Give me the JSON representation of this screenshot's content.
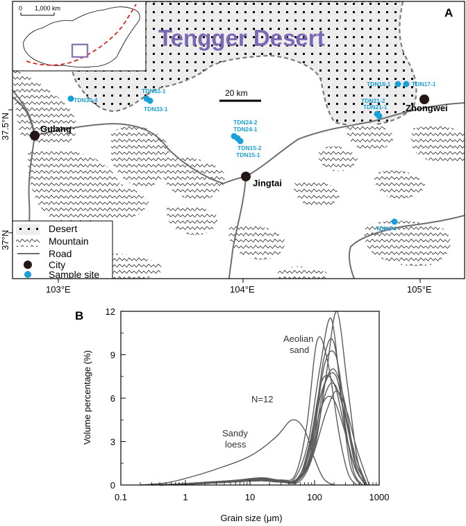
{
  "panel_a": {
    "label": "A",
    "desert_name": "Tengger Desert",
    "scale_bar": "20 km",
    "inset_scale": {
      "zero": "0",
      "distance": "1,000 km"
    },
    "lat_labels": [
      "37.5°N",
      "37°N"
    ],
    "lon_labels": [
      "103°E",
      "104°E",
      "105°E"
    ],
    "cities": [
      {
        "name": "Gulang"
      },
      {
        "name": "Jingtai"
      },
      {
        "name": "Zhongwei"
      }
    ],
    "sample_labels": [
      "TDN30-4",
      "TDN32-1",
      "TDN33-1",
      "TDN24-2",
      "TDN24-1",
      "TDN15-2",
      "TDN15-1",
      "TDN18-1",
      "TDN17-1",
      "TDN21-2",
      "TDN21-1",
      "TDN6-4"
    ],
    "legend": [
      {
        "label": "Desert"
      },
      {
        "label": "Mountain"
      },
      {
        "label": "Road"
      },
      {
        "label": "City"
      },
      {
        "label": "Sample site"
      }
    ],
    "colors": {
      "sample": "#1aa0d8",
      "desert_fill": "#ededed",
      "inset_box": "#8a77b8",
      "desert_title": "#7b68b5",
      "route": "#e02020"
    }
  },
  "panel_b": {
    "label": "B",
    "annotations": {
      "n": "N=12",
      "aeolian_1": "Aeolian",
      "aeolian_2": "sand",
      "loess_1": "Sandy",
      "loess_2": "loess"
    }
  },
  "chart_data": {
    "type": "line",
    "xlabel": "Grain size (μm)",
    "ylabel": "Volume percentage (%)",
    "xscale": "log",
    "xlim": [
      0.1,
      1000
    ],
    "ylim": [
      0,
      12
    ],
    "xticks": [
      0.1,
      1,
      10,
      100,
      1000
    ],
    "xtick_labels": [
      "0.1",
      "1",
      "10",
      "100",
      "1000"
    ],
    "yticks": [
      0,
      3,
      6,
      9,
      12
    ],
    "ytick_labels": [
      "0",
      "3",
      "6",
      "9",
      "12"
    ],
    "grid": false,
    "line_color": "#5a5a5a",
    "series": [
      {
        "x": [
          0.2,
          0.5,
          1,
          3,
          10,
          25,
          45,
          70,
          100,
          140,
          200
        ],
        "values": [
          0,
          0.15,
          0.45,
          1.1,
          2.0,
          3.3,
          4.5,
          3.8,
          1.8,
          0.4,
          0
        ]
      },
      {
        "x": [
          0.3,
          1,
          5,
          15,
          30,
          50,
          80,
          120,
          180,
          260,
          350,
          500
        ],
        "values": [
          0,
          0.1,
          0.3,
          0.4,
          0.25,
          0.5,
          3.0,
          8.0,
          11.5,
          6.0,
          1.5,
          0
        ]
      },
      {
        "x": [
          0.3,
          1,
          5,
          15,
          30,
          50,
          75,
          110,
          160,
          240,
          330,
          450
        ],
        "values": [
          0,
          0.1,
          0.3,
          0.5,
          0.35,
          0.7,
          4.0,
          10.0,
          8.5,
          3.5,
          0.8,
          0
        ]
      },
      {
        "x": [
          0.3,
          1,
          5,
          15,
          30,
          55,
          90,
          140,
          200,
          290,
          400,
          550
        ],
        "values": [
          0,
          0.1,
          0.3,
          0.45,
          0.3,
          0.5,
          3.0,
          8.8,
          9.8,
          4.5,
          1.0,
          0
        ]
      },
      {
        "x": [
          0.4,
          1,
          5,
          15,
          30,
          60,
          100,
          150,
          220,
          320,
          450,
          600
        ],
        "values": [
          0,
          0.05,
          0.25,
          0.35,
          0.2,
          0.3,
          2.5,
          7.5,
          12.0,
          7.0,
          2.0,
          0
        ]
      },
      {
        "x": [
          0.4,
          1,
          5,
          15,
          30,
          55,
          90,
          140,
          210,
          300,
          420,
          600
        ],
        "values": [
          0,
          0.1,
          0.3,
          0.4,
          0.25,
          0.4,
          2.5,
          8.2,
          9.0,
          5.0,
          1.5,
          0
        ]
      },
      {
        "x": [
          0.4,
          1,
          5,
          15,
          30,
          55,
          85,
          130,
          200,
          300,
          420,
          650
        ],
        "values": [
          0,
          0.05,
          0.2,
          0.3,
          0.2,
          0.4,
          2.8,
          6.5,
          8.0,
          5.5,
          1.8,
          0
        ]
      },
      {
        "x": [
          0.4,
          1,
          5,
          15,
          30,
          55,
          90,
          140,
          200,
          300,
          430,
          650
        ],
        "values": [
          0,
          0.05,
          0.2,
          0.3,
          0.2,
          0.3,
          2.0,
          6.0,
          7.0,
          4.8,
          2.0,
          0
        ]
      },
      {
        "x": [
          0.4,
          1,
          5,
          15,
          30,
          55,
          90,
          150,
          220,
          320,
          450,
          700
        ],
        "values": [
          0,
          0.05,
          0.2,
          0.3,
          0.2,
          0.3,
          1.8,
          5.0,
          6.5,
          5.0,
          2.5,
          0
        ]
      },
      {
        "x": [
          0.4,
          1,
          5,
          15,
          30,
          55,
          80,
          130,
          190,
          280,
          400,
          600
        ],
        "values": [
          0,
          0.05,
          0.2,
          0.3,
          0.2,
          0.3,
          2.0,
          5.5,
          6.0,
          4.0,
          1.5,
          0
        ]
      },
      {
        "x": [
          0.4,
          1,
          5,
          15,
          30,
          55,
          85,
          130,
          200,
          290,
          420,
          620
        ],
        "values": [
          0,
          0.05,
          0.2,
          0.3,
          0.2,
          0.4,
          3.0,
          7.2,
          7.0,
          4.0,
          1.2,
          0
        ]
      },
      {
        "x": [
          0.4,
          1,
          5,
          15,
          30,
          55,
          90,
          140,
          210,
          300,
          440,
          650
        ],
        "values": [
          0,
          0.05,
          0.2,
          0.3,
          0.2,
          0.3,
          2.2,
          6.8,
          7.6,
          4.6,
          1.5,
          0
        ]
      }
    ]
  }
}
